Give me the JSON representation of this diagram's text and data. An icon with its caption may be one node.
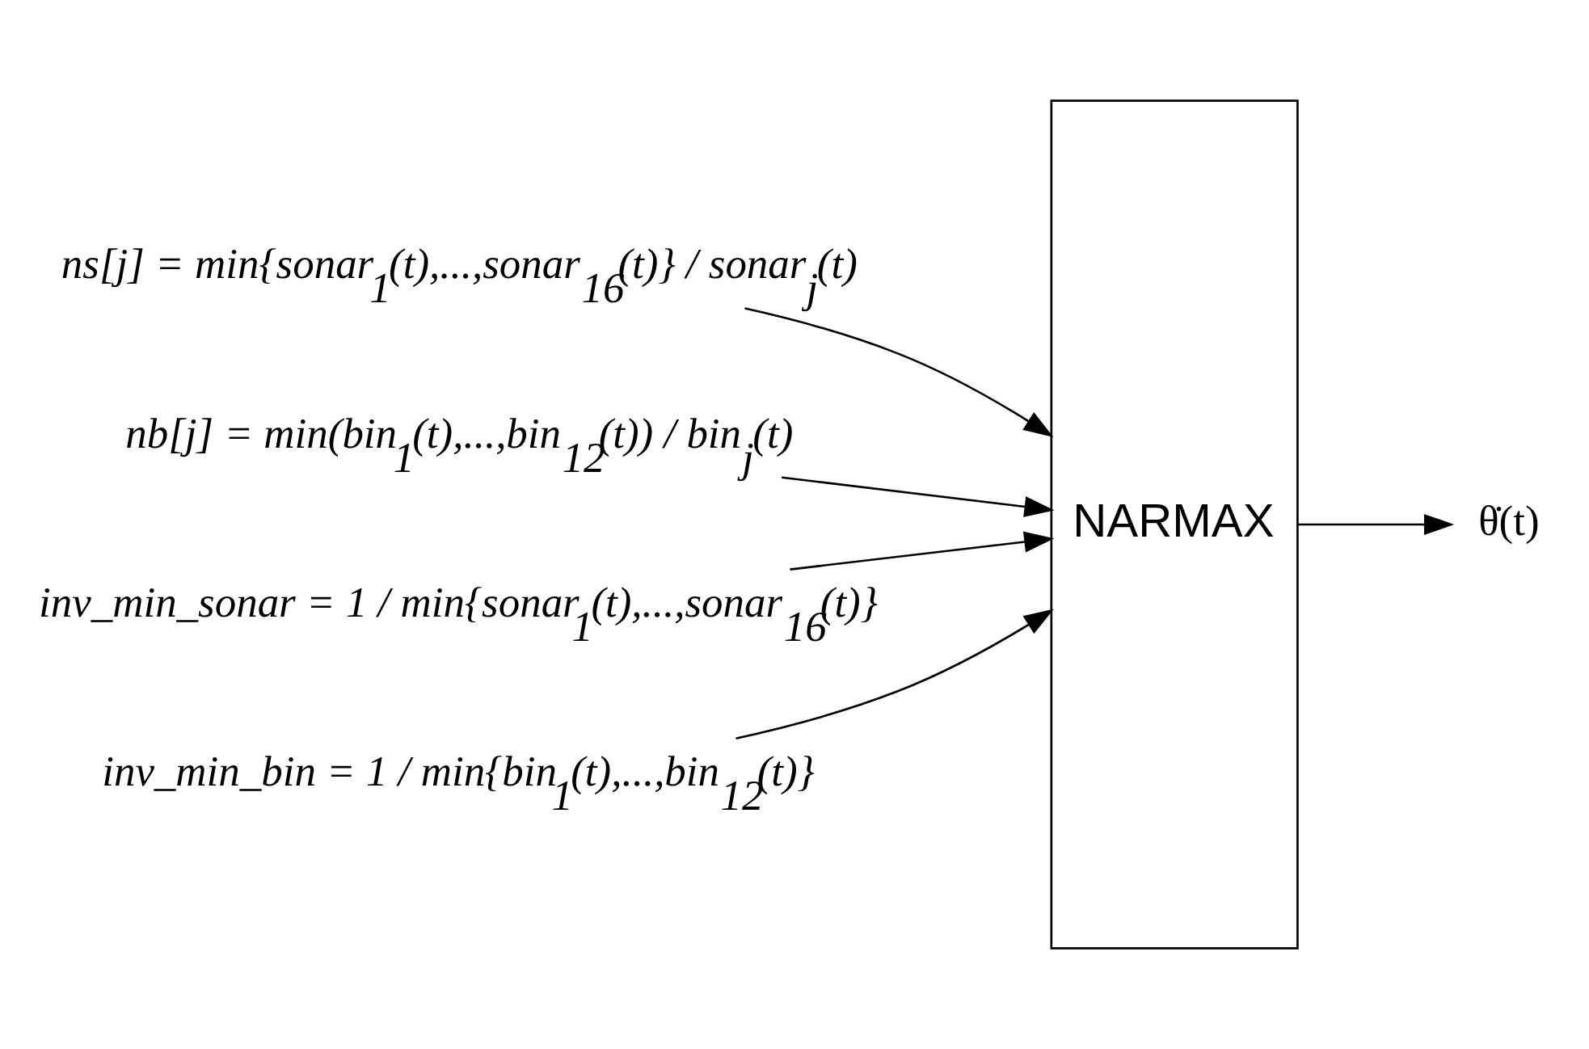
{
  "diagram": {
    "nodes": [
      {
        "text": [
          "ns[j] = min{sonar$_{1}$(t),...,sonar$_{16}$(t)} / sonar$_{j}$(t)"
        ]
      },
      {
        "text": [
          "nb[j] = min(bin$_{1}$(t),...,bin$_{12}$(t)) / bin$_{j}$(t)"
        ]
      },
      {
        "text": [
          "inv_min_sonar = 1 / min{sonar$_{1}$(t),...,sonar$_{16}$(t)}"
        ]
      },
      {
        "text": [
          "inv_min_bin = 1 / min{bin$_{1}$(t),...,bin$_{12}$(t)}"
        ]
      },
      {
        "text": [
          "NARMAX"
        ]
      },
      {
        "text": [
          "θ̇(t)"
        ]
      }
    ],
    "edges": [
      {
        "from": 0,
        "to": 4,
        "arrow": "to"
      },
      {
        "from": 1,
        "to": 4,
        "arrow": "to"
      },
      {
        "from": 2,
        "to": 4,
        "arrow": "to"
      },
      {
        "from": 3,
        "to": 4,
        "arrow": "to"
      },
      {
        "from": 4,
        "to": 5,
        "arrow": "to"
      }
    ]
  }
}
